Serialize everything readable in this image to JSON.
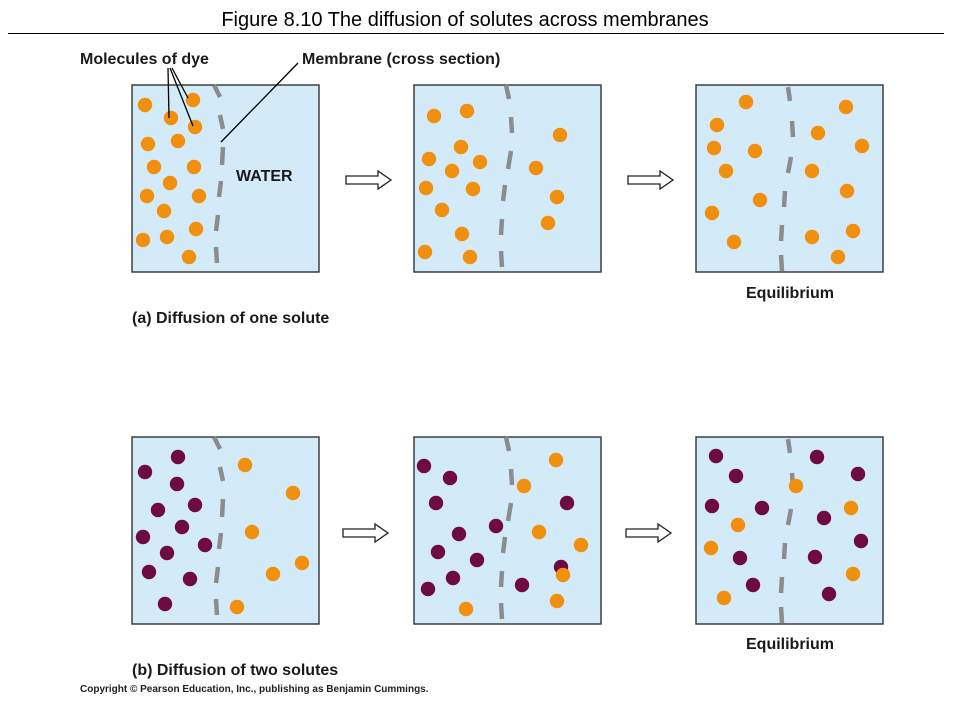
{
  "figure": {
    "title": "Figure 8.10  The diffusion of solutes across membranes",
    "copyright": "Copyright © Pearson Education, Inc., publishing as Benjamin Cummings."
  },
  "labels": {
    "dye": "Molecules of dye",
    "membrane": "Membrane (cross section)",
    "water": "WATER",
    "equilibrium": "Equilibrium",
    "caption_a": "(a) Diffusion of one solute",
    "caption_b": "(b) Diffusion of two solutes"
  },
  "colors": {
    "water": "#d3ebf8",
    "border": "#333333",
    "membrane": "#8c8c8c",
    "dye_orange": "#f0900e",
    "dye_purple": "#6e0b46"
  }
}
